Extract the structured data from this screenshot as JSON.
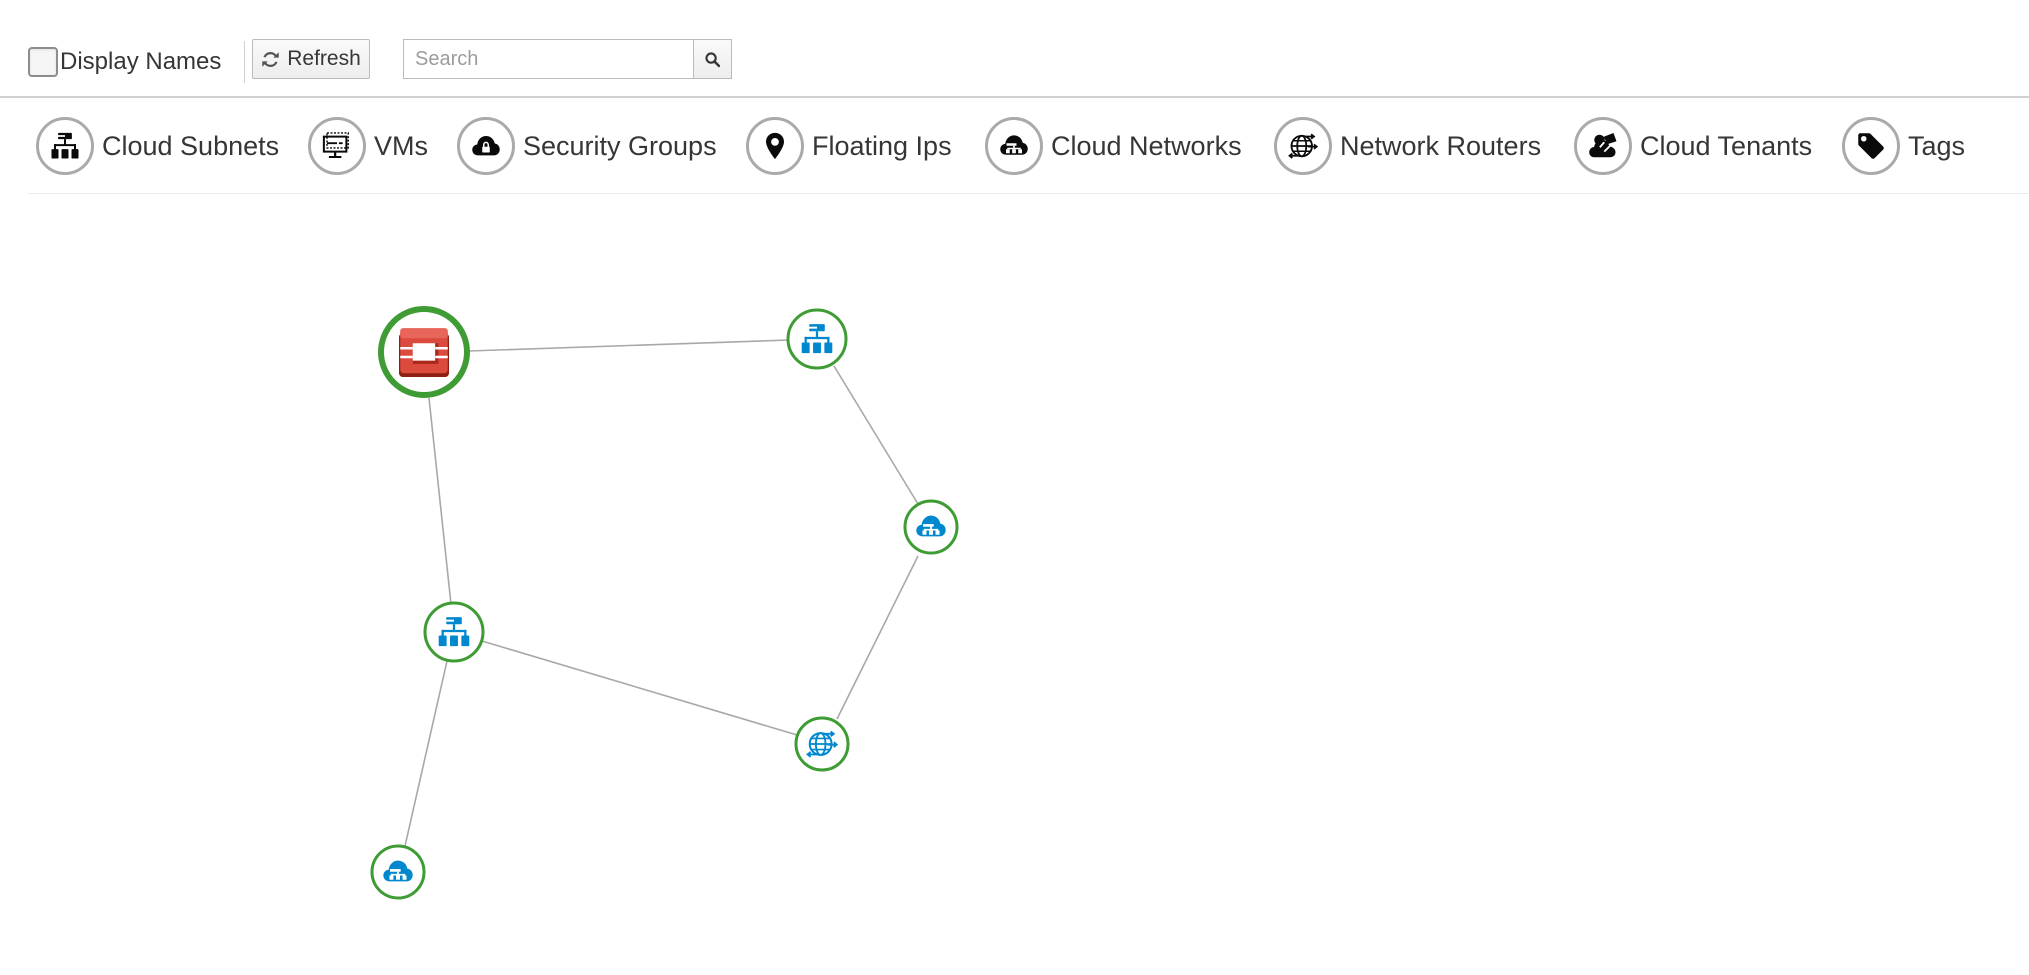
{
  "toolbar": {
    "display_names_label": "Display Names",
    "display_names_checked": false,
    "refresh_label": "Refresh",
    "search_placeholder": "Search",
    "search_value": ""
  },
  "legend": {
    "items": [
      {
        "label": "Cloud Subnets",
        "icon": "cloud-subnet-icon"
      },
      {
        "label": "VMs",
        "icon": "vm-icon"
      },
      {
        "label": "Security Groups",
        "icon": "security-group-icon"
      },
      {
        "label": "Floating Ips",
        "icon": "floating-ip-icon"
      },
      {
        "label": "Cloud Networks",
        "icon": "cloud-network-icon"
      },
      {
        "label": "Network Routers",
        "icon": "network-router-icon"
      },
      {
        "label": "Cloud Tenants",
        "icon": "cloud-tenant-icon"
      },
      {
        "label": "Tags",
        "icon": "tag-icon"
      }
    ]
  },
  "graph": {
    "nodes": [
      {
        "id": "provider",
        "kind": "openstack-provider",
        "icon": "openstack-logo-icon"
      },
      {
        "id": "subnet-1",
        "kind": "cloud-subnet",
        "icon": "cloud-subnet-icon"
      },
      {
        "id": "network-1",
        "kind": "cloud-network",
        "icon": "cloud-network-icon"
      },
      {
        "id": "subnet-2",
        "kind": "cloud-subnet",
        "icon": "cloud-subnet-icon"
      },
      {
        "id": "router-1",
        "kind": "network-router",
        "icon": "network-router-icon"
      },
      {
        "id": "network-2",
        "kind": "cloud-network",
        "icon": "cloud-network-icon"
      }
    ],
    "edges": [
      [
        "provider",
        "subnet-1"
      ],
      [
        "subnet-1",
        "network-1"
      ],
      [
        "network-1",
        "router-1"
      ],
      [
        "provider",
        "subnet-2"
      ],
      [
        "subnet-2",
        "router-1"
      ],
      [
        "subnet-2",
        "network-2"
      ]
    ],
    "colors": {
      "node_ring": "#3f9c35",
      "icon_blue": "#0088ce",
      "edge": "#a8a8a8",
      "provider_red": "#da4a3d",
      "legend_ring": "#aaaaaa"
    }
  }
}
